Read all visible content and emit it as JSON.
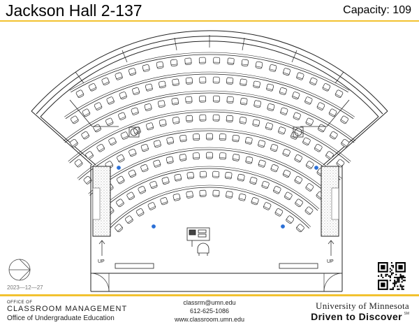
{
  "header": {
    "title": "Jackson Hall 2-137",
    "capacity": "Capacity: 109"
  },
  "plan": {
    "labels": {
      "up_left": "UP",
      "up_right": "UP"
    },
    "date": "2023—12—27",
    "colors": {
      "line": "#222222",
      "stipple": "#bdbdbd",
      "accessible": "#2a6fd6",
      "gold": "#f2c230"
    }
  },
  "footer": {
    "office_small": "OFFICE OF",
    "office_main": "CLASSROOM MANAGEMENT",
    "office_sub": "Office of Undergraduate Education",
    "email": "classrm@umn.edu",
    "phone": "612-625-1086",
    "website": "www.classroom.umn.edu",
    "university": "University of Minnesota",
    "tagline": "Driven to Discover",
    "tagline_mark": "SM"
  }
}
